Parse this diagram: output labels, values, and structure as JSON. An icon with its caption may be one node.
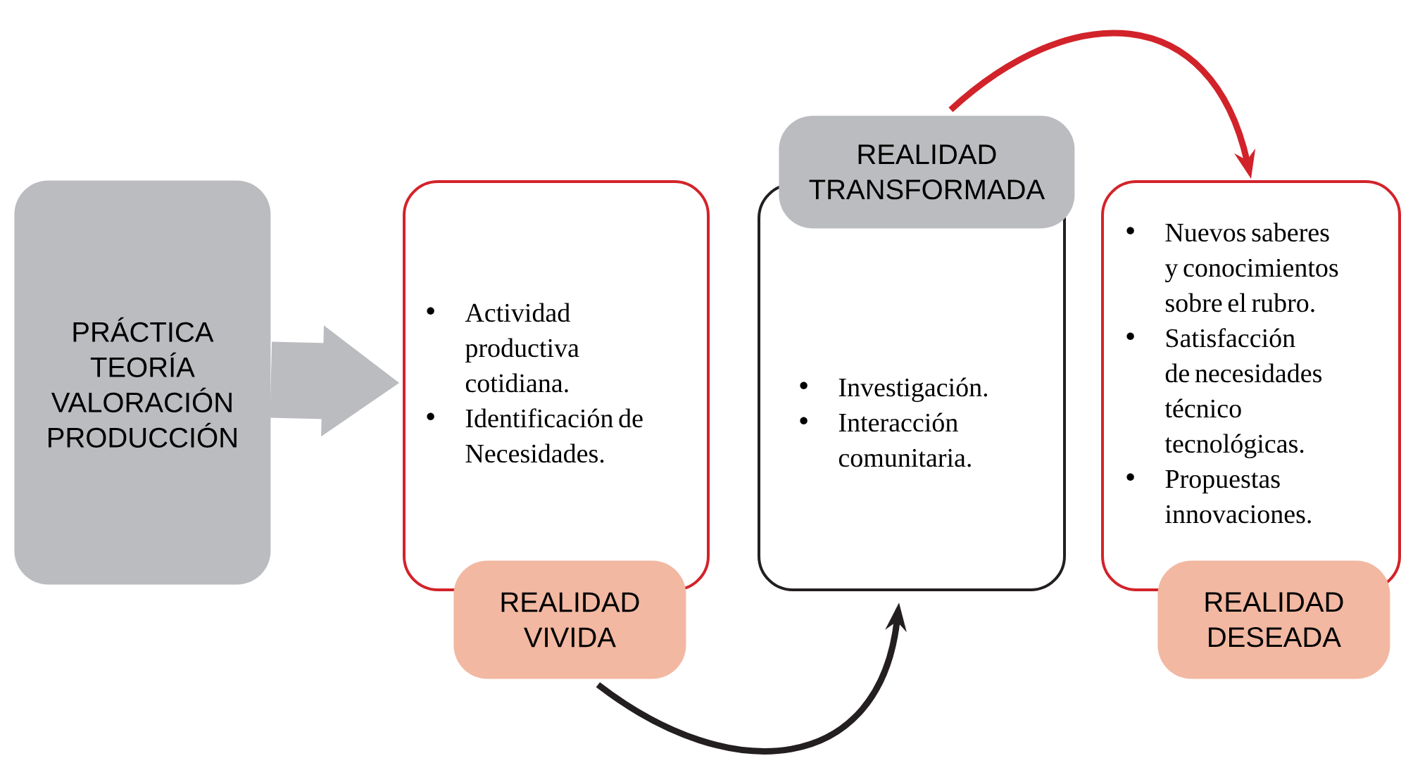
{
  "diagram": {
    "nodes": [
      {
        "text": [
          "PRÁCTICA TEORÍA VALORACIÓN PRODUCCIÓN"
        ]
      },
      {
        "text": [
          "Actividad productiva cotidiana.",
          "Identificación de Necesidades."
        ]
      },
      {
        "text": [
          "REALIDAD VIVIDA"
        ]
      },
      {
        "text": [
          "Investigación.",
          "Interacción comunitaria."
        ]
      },
      {
        "text": [
          "REALIDAD TRANSFORMADA"
        ]
      },
      {
        "text": [
          "Nuevos saberes y conocimientos sobre el rubro.",
          "Satisfacción de necesidades técnico tecnológicas.",
          "Propuestas innovaciones."
        ]
      },
      {
        "text": [
          "REALIDAD DESEADA"
        ]
      }
    ],
    "edges": [
      {
        "from": 0,
        "to": 1,
        "arrow": "to",
        "style": "thick",
        "color": "#bbbcbf"
      },
      {
        "from": 2,
        "to": 3,
        "arrow": "to",
        "color": "#231f20"
      },
      {
        "from": 4,
        "to": 5,
        "arrow": "to",
        "color": "#d2232a"
      }
    ]
  }
}
